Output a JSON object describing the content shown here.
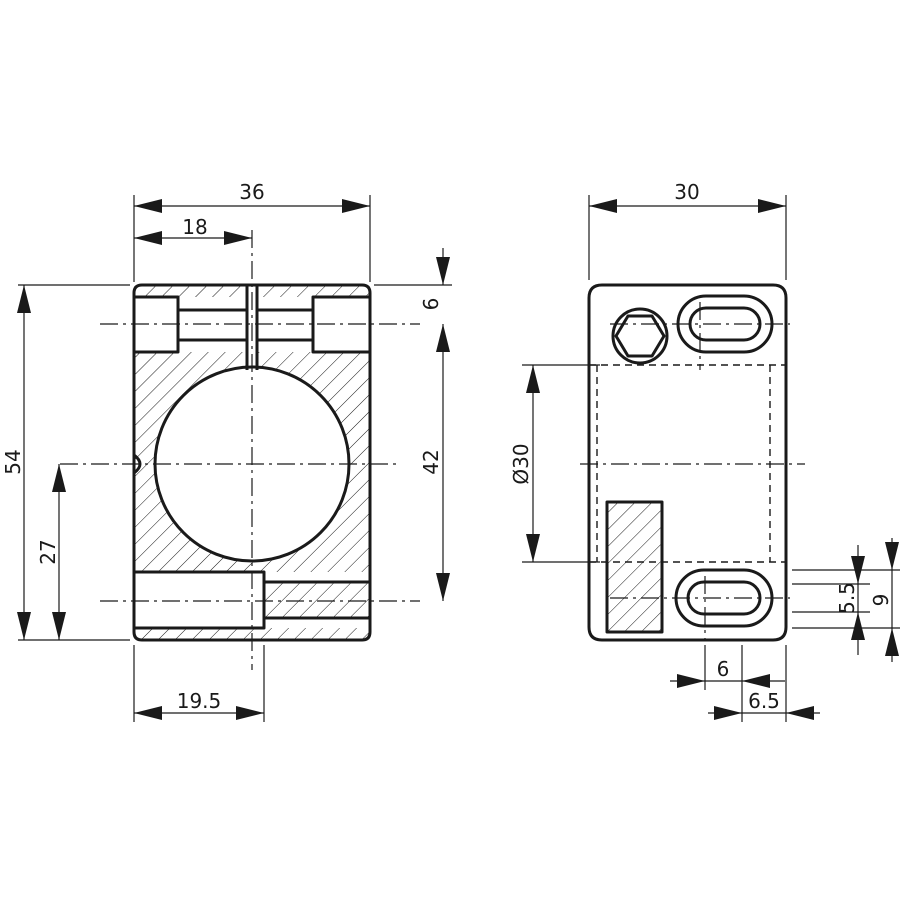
{
  "front_view": {
    "width_total": "36",
    "width_half": "18",
    "height_total": "54",
    "height_top": "6",
    "height_bore_span": "42",
    "height_center": "27",
    "bottom_offset": "19.5"
  },
  "side_view": {
    "width_total": "30",
    "bore_diameter": "Ø30",
    "slot_offset_a": "6",
    "slot_offset_b": "6.5",
    "slot_height_a": "5.5",
    "slot_height_b": "9"
  }
}
